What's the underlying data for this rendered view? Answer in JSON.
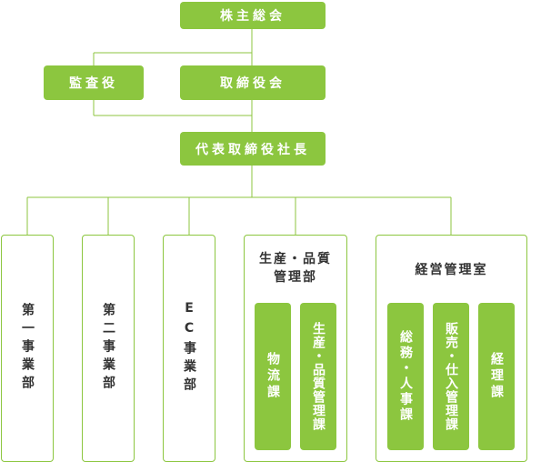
{
  "accent_color": "#8cc63f",
  "nodes": {
    "shareholders_meeting": "株主総会",
    "auditor": "監査役",
    "board_of_directors": "取締役会",
    "ceo": "代表取締役社長",
    "division_1": "第一事業部",
    "division_2": "第二事業部",
    "division_ec": "EC事業部",
    "production_quality_dept": "生産・品質管理部",
    "production_quality_dept_line1": "生産・品質",
    "production_quality_dept_line2": "管理部",
    "logistics_section": "物流課",
    "production_quality_section": "生産・品質管理課",
    "management_office": "経営管理室",
    "general_affairs_hr_section": "総務・人事課",
    "sales_purchasing_section": "販売・仕入管理課",
    "accounting_section": "経理課"
  }
}
